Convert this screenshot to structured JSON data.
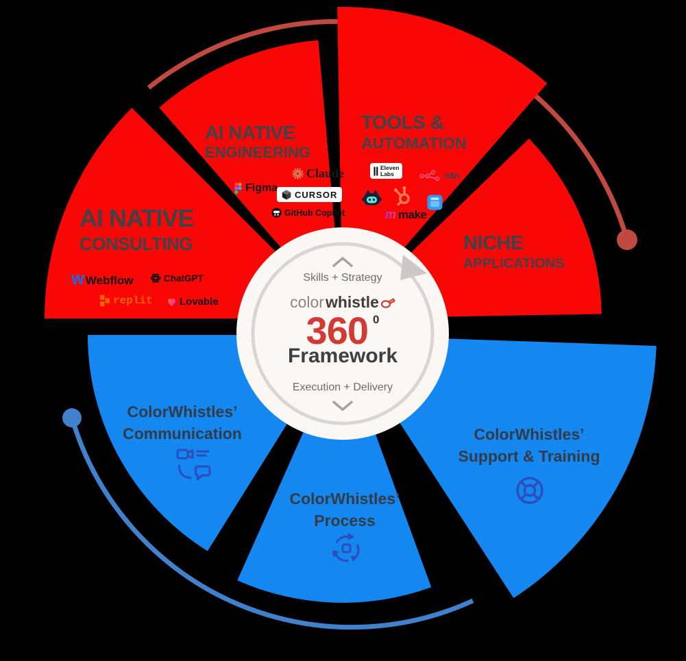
{
  "center": {
    "top_label": "Skills + Strategy",
    "bottom_label": "Execution + Delivery",
    "brand_light": "color",
    "brand_bold": "whistle",
    "number": "360",
    "degree": "0",
    "framework": "Framework"
  },
  "red_segments": {
    "consulting": {
      "line1": "AI NATIVE",
      "line2": "CONSULTING"
    },
    "engineering": {
      "line1": "AI NATIVE",
      "line2": "ENGINEERING"
    },
    "tools": {
      "line1": "TOOLS &",
      "line2": "AUTOMATION"
    },
    "niche": {
      "line1": "NICHE",
      "line2": "APPLICATIONS"
    }
  },
  "blue_segments": {
    "communication": {
      "line1": "ColorWhistles’",
      "line2": "Communication"
    },
    "process": {
      "line1": "ColorWhistles’",
      "line2": "Process"
    },
    "support": {
      "line1": "ColorWhistles’",
      "line2": "Support & Training"
    }
  },
  "logos": {
    "webflow": "Webflow",
    "webflow_icon_letter": "W",
    "chatgpt": "ChatGPT",
    "replit": "replit",
    "lovable": "Lovable",
    "claude": "Claude",
    "figma": "Figma",
    "cursor": "CURSOR",
    "copilot": "GitHub Copilot",
    "eleven_line1": "Eleven",
    "eleven_line2": "Labs",
    "n8n": "n8n",
    "make": "make",
    "make_icon_letter": "m"
  },
  "colors": {
    "background": "#000000",
    "segment_red": "#F90606",
    "segment_blue": "#1587F0",
    "title_gray": "#3E4347",
    "blue_label_gray": "#333B46",
    "center_disc": "#FAF7F4",
    "center_ring": "#D8D6D4",
    "center_number_red": "#D23B33",
    "orbit_arc_red": "#C04A40",
    "orbit_arc_blue": "#4181CB",
    "blue_icon_stroke": "#2B50BE"
  }
}
